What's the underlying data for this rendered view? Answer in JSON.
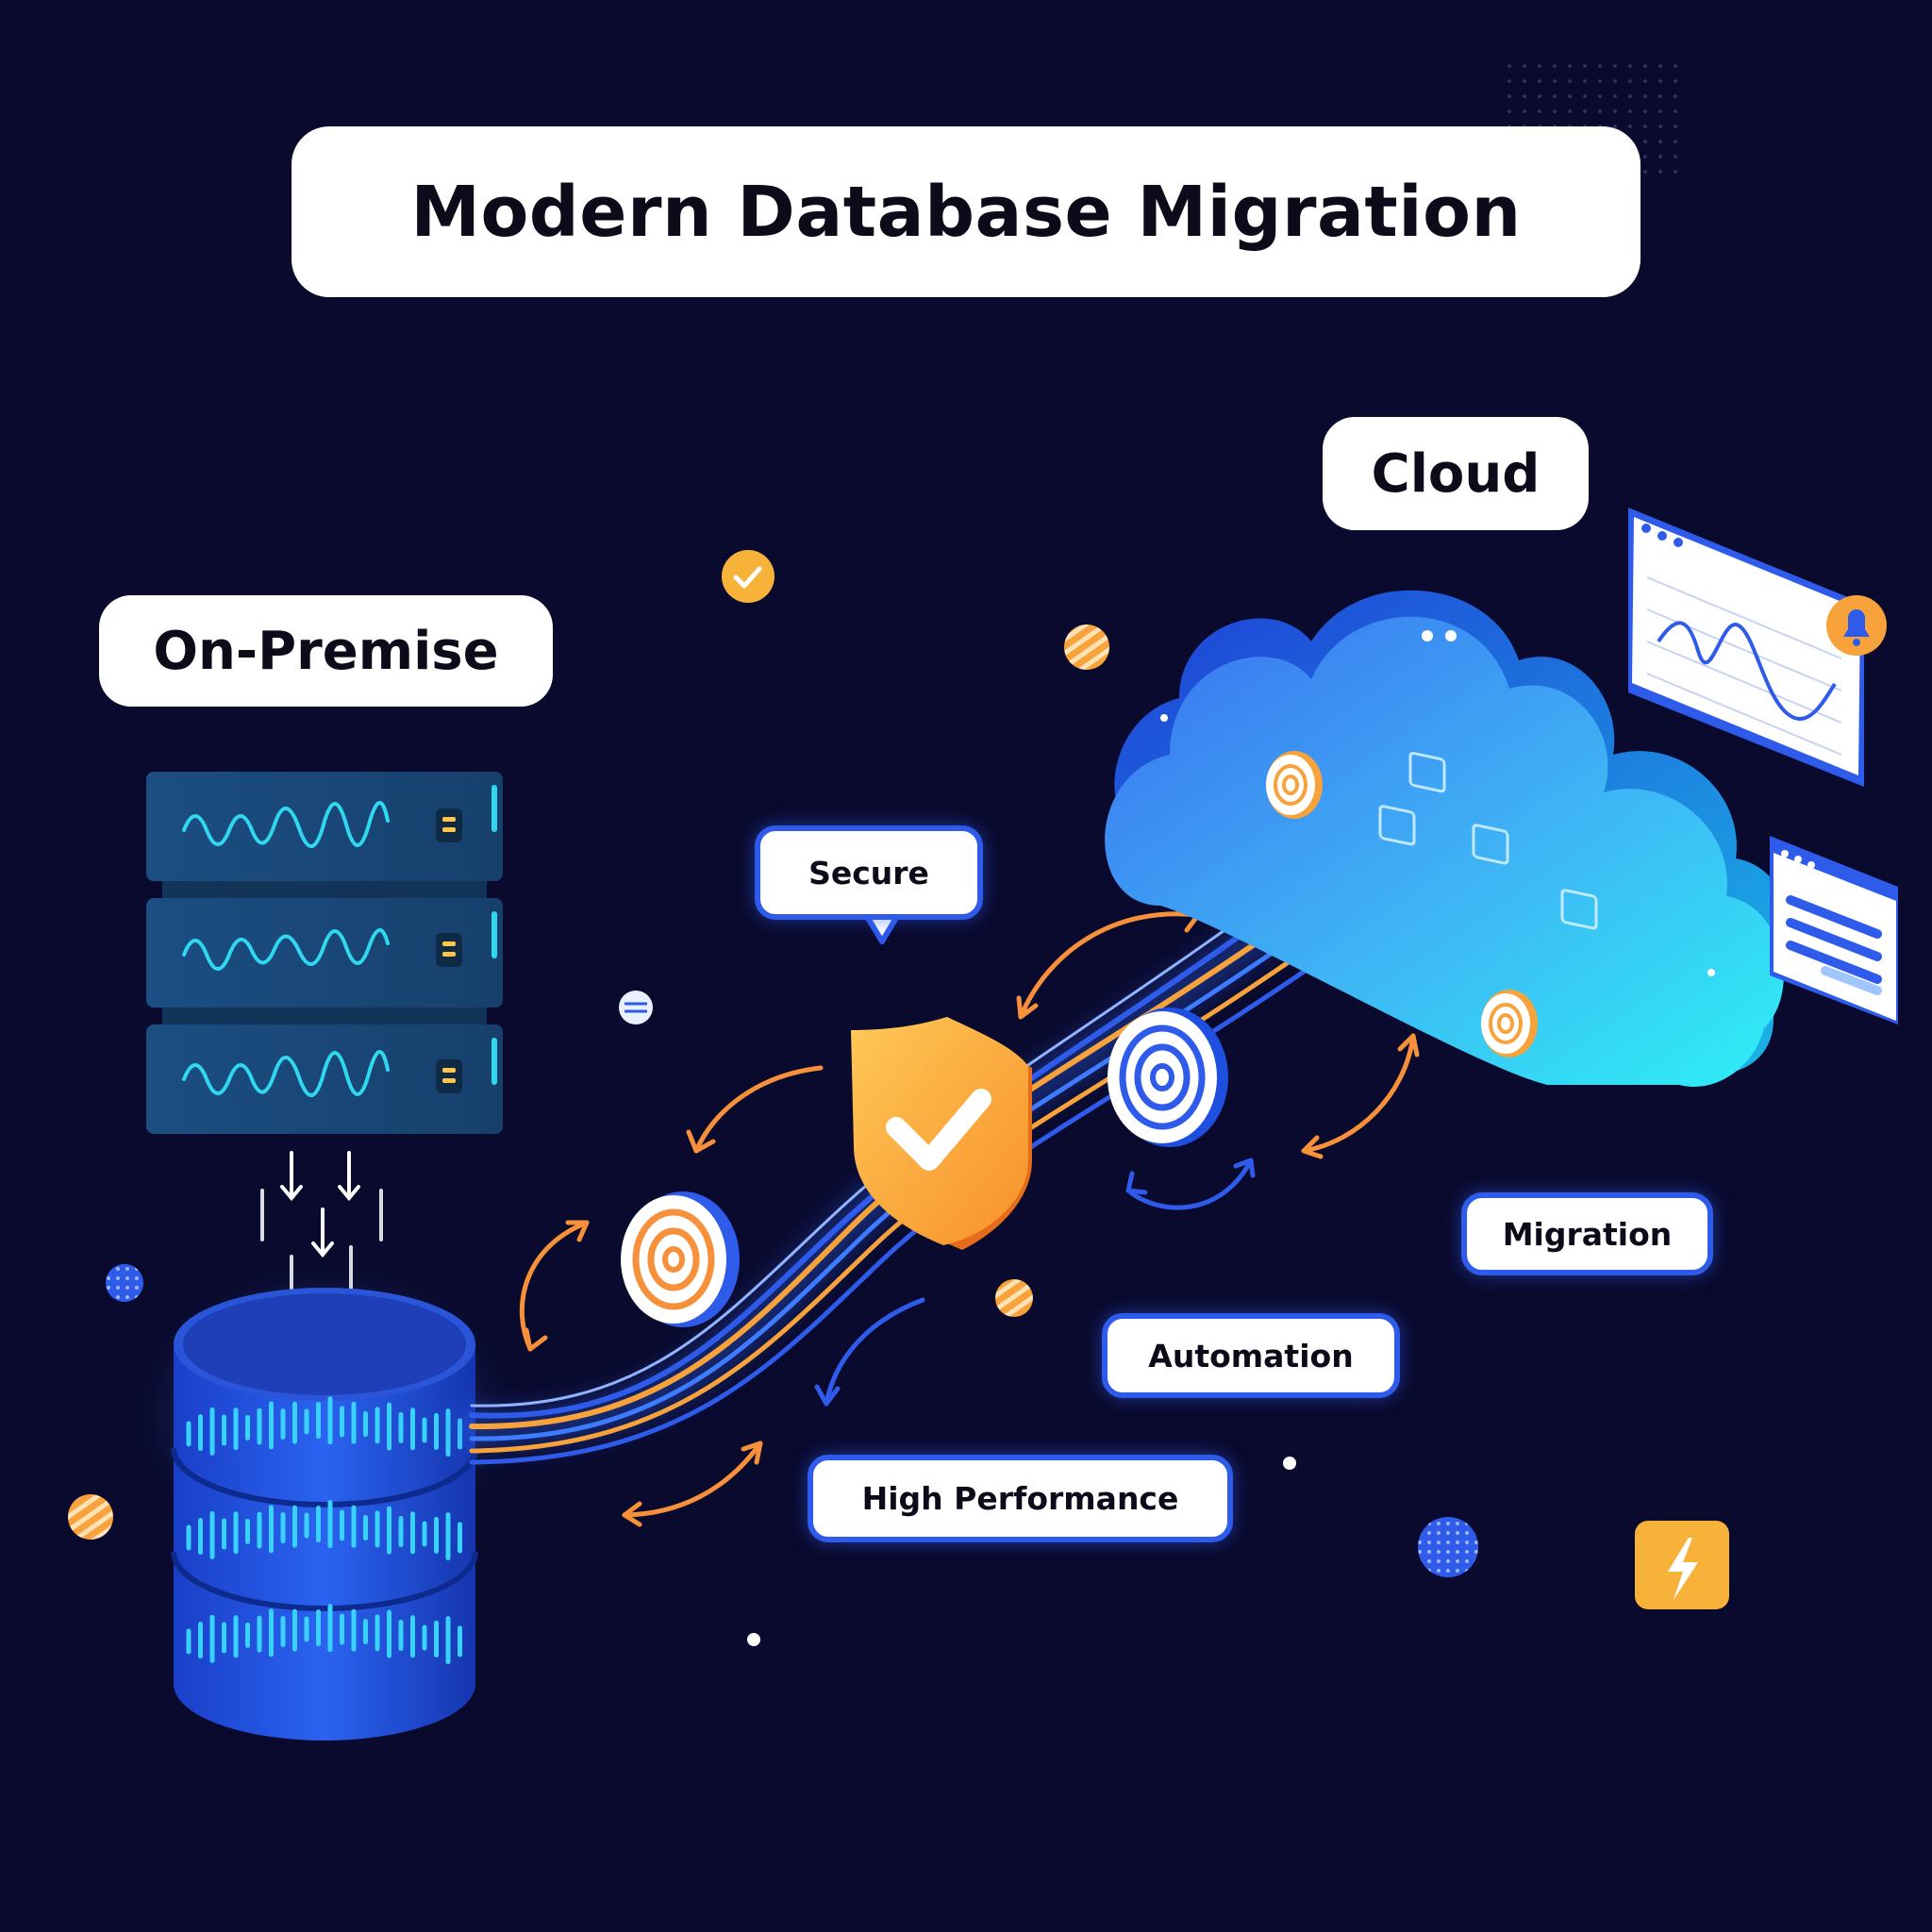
{
  "title": "Modern Database Migration",
  "labels": {
    "on_premise": "On-Premise",
    "cloud": "Cloud",
    "secure": "Secure",
    "migration": "Migration",
    "automation": "Automation",
    "high_performance": "High Performance"
  },
  "icons": [
    "server-rack-icon",
    "database-cylinder-icon",
    "cloud-icon",
    "shield-check-icon",
    "target-disc-icon",
    "line-chart-window-icon",
    "bell-icon",
    "text-window-icon",
    "check-badge-icon",
    "lightning-icon",
    "circular-arrow-icon",
    "down-arrow-icon"
  ],
  "colors": {
    "background": "#0a0a2e",
    "accent_blue": "#2f5bea",
    "accent_orange": "#f7a23a",
    "cyan": "#37d8ff",
    "label_bg": "#ffffff",
    "label_text": "#0b0b1a"
  }
}
